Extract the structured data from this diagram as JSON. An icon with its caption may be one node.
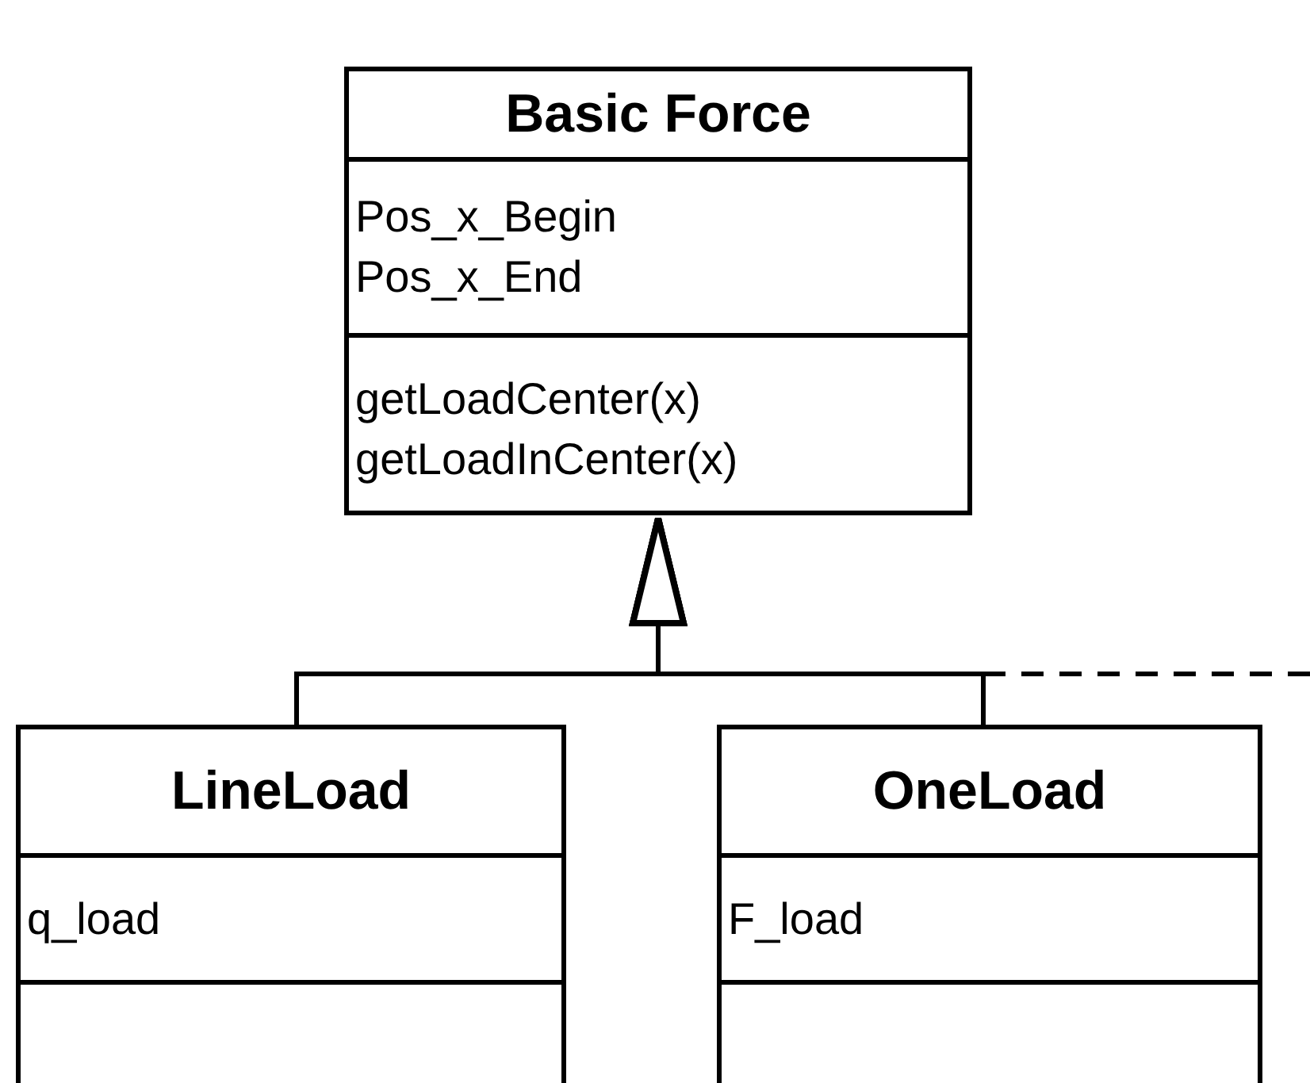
{
  "diagram": {
    "nodes": [
      {
        "text": [
          "Basic Force",
          "Pos_x_Begin",
          "Pos_x_End",
          "getLoadCenter(x)",
          "getLoadInCenter(x)"
        ]
      },
      {
        "text": [
          "LineLoad",
          "q_load"
        ]
      },
      {
        "text": [
          "OneLoad",
          "F_load"
        ]
      }
    ],
    "edges": [
      {
        "from": 1,
        "to": 0,
        "arrow": "to"
      },
      {
        "from": 2,
        "to": 0,
        "arrow": "to"
      },
      {
        "from": null,
        "to": 0,
        "arrow": "to",
        "style": "dashed"
      }
    ]
  }
}
